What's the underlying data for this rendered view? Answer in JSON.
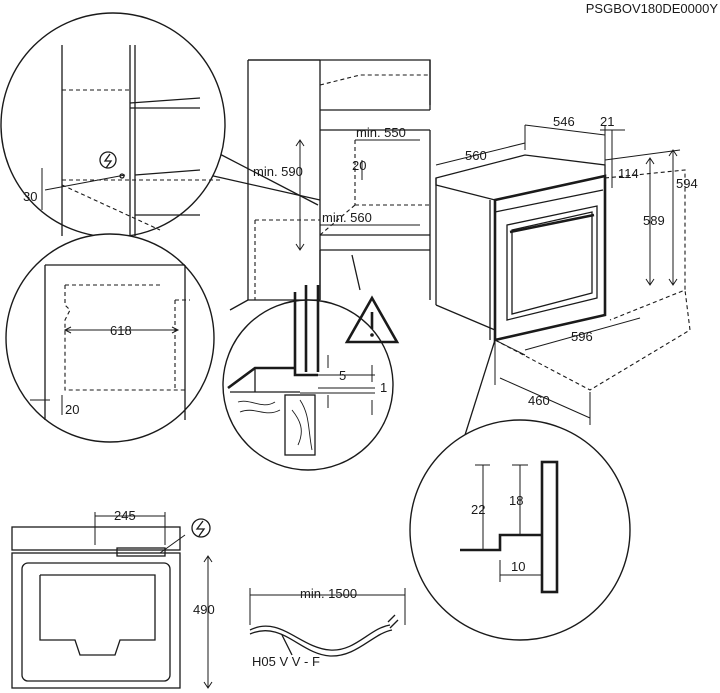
{
  "doc_code": "PSGBOV180DE0000Y",
  "dimensions": {
    "niche_min_width": "min. 550",
    "niche_min_height": "min. 590",
    "niche_gap": "20",
    "niche_min_depth": "min. 560",
    "oven_width": "560",
    "oven_depth": "546",
    "front_offset": "21",
    "top_offset": "114",
    "height_total": "594",
    "height_body": "589",
    "front_width": "596",
    "bottom_depth": "460",
    "socket_height": "30",
    "opening_width": "618",
    "floor_gap": "20",
    "step_5": "5",
    "step_1": "1",
    "detail_22": "22",
    "detail_18": "18",
    "detail_10": "10",
    "socket_dist": "245",
    "socket_vert": "490",
    "cable_min": "min. 1500"
  },
  "cable_type": "H05 V V - F",
  "icons": [
    "power-socket-icon",
    "warning-icon"
  ]
}
